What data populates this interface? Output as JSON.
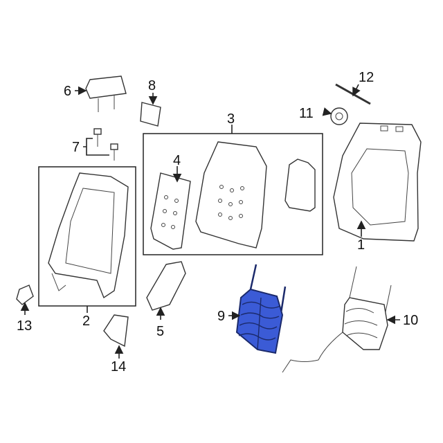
{
  "diagram": {
    "callouts": [
      "1",
      "2",
      "3",
      "4",
      "5",
      "6",
      "7",
      "8",
      "9",
      "10",
      "11",
      "12",
      "13",
      "14"
    ],
    "highlight_color": "#3b5bd6",
    "highlighted_part": "9"
  }
}
